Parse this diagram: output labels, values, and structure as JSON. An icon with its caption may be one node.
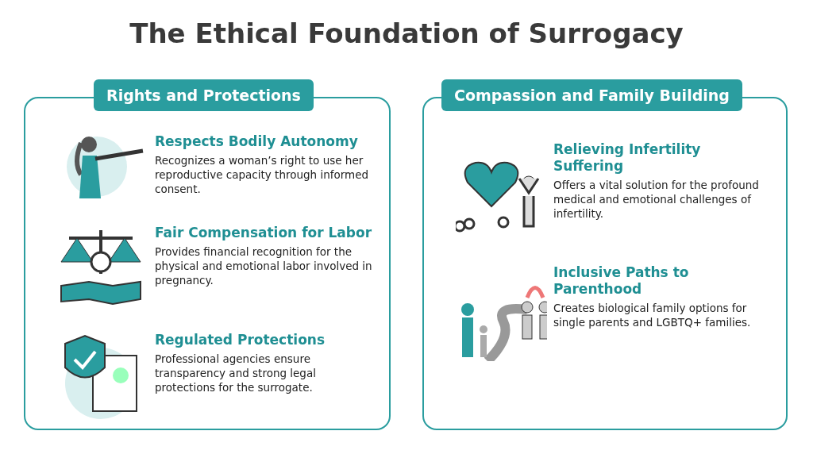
{
  "diagram": {
    "title": "The Ethical Foundation of Surrogacy",
    "nodes": [
      {
        "text": [
          "Rights and Protections"
        ]
      },
      {
        "text": [
          "Respects Bodily Autonomy",
          "Recognizes a woman’s right to use her reproductive capacity through informed consent."
        ],
        "in": 0
      },
      {
        "text": [
          "Fair Compensation for Labor",
          "Provides financial recognition for the physical and emotional labor involved in pregnancy."
        ],
        "in": 0
      },
      {
        "text": [
          "Regulated Protections",
          "Professional agencies ensure transparency and strong legal protections for the surrogate."
        ],
        "in": 0
      },
      {
        "text": [
          "Compassion and Family Building"
        ]
      },
      {
        "text": [
          "Relieving Infertility Suffering",
          "Offers a vital solution for the profound medical and emotional challenges of infertility."
        ],
        "in": 4
      },
      {
        "text": [
          "Inclusive Paths to Parenthood",
          "Creates biological family options for single parents and LGBTQ+ families."
        ],
        "in": 4
      }
    ],
    "edges": []
  }
}
